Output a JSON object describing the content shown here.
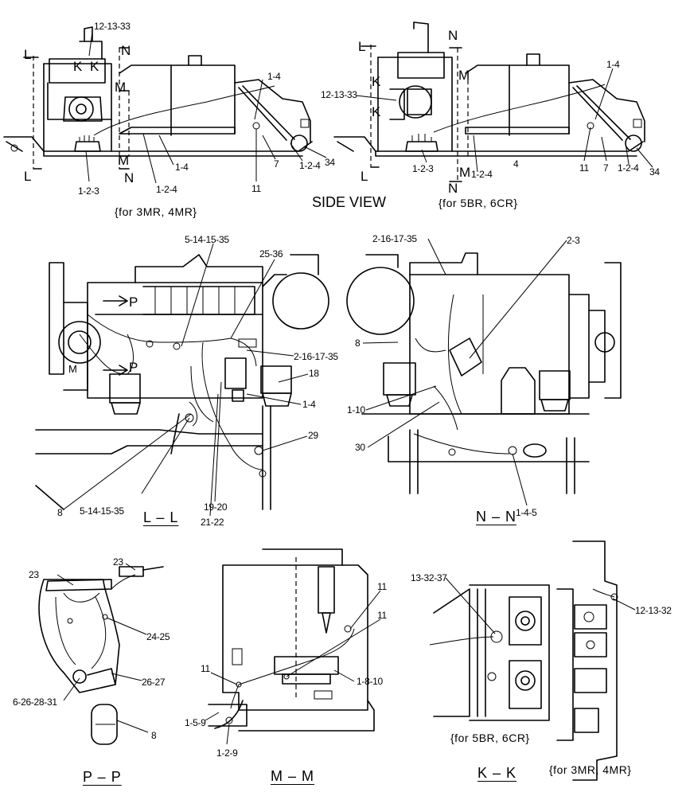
{
  "captions": {
    "side_view": "SIDE VIEW",
    "ll": "L – L",
    "nn": "N – N",
    "pp": "P – P",
    "mm": "M – M",
    "kk": "K – K"
  },
  "notes": {
    "side_left": "{for  3MR, 4MR}",
    "side_right": "{for  5BR, 6CR}",
    "kk_left": "{for  5BR, 6CR}",
    "kk_right": "{for  3MR, 4MR}"
  },
  "side_left_labels": {
    "ref_a": "12-13-33",
    "n1": "N",
    "l1": "L",
    "k1": "K",
    "k2": "K",
    "m1": "M",
    "ref_b": "1-4",
    "m2": "M",
    "n2": "N",
    "l2": "L",
    "ref_c": "1-2-3",
    "ref_d": "1-2-4",
    "ref_e": "1-4",
    "ref_f": "11",
    "ref_g": "7",
    "ref_h": "1-2-4",
    "ref_i": "34"
  },
  "side_right_labels": {
    "n1": "N",
    "l1": "L",
    "m1": "M",
    "k1": "K",
    "k2": "K",
    "ref_a": "12-13-33",
    "ref_b": "1-4",
    "l2": "L",
    "m2": "M",
    "n2": "N",
    "ref_c": "1-2-3",
    "ref_d": "1-2-4",
    "ref_e": "4",
    "ref_f": "11",
    "ref_g": "7",
    "ref_h": "1-2-4",
    "ref_i": "34"
  },
  "ll_labels": {
    "a": "5-14-15-35",
    "b": "25-36",
    "c": "2-16-17-35",
    "d": "18",
    "e": "1-4",
    "f": "29",
    "g": "8",
    "h": "5-14-15-35",
    "i": "19-20",
    "j": "21-22",
    "p1": "P",
    "p2": "P",
    "m": "M"
  },
  "nn_labels": {
    "a": "2-16-17-35",
    "b": "2-3",
    "c": "8",
    "d": "1-10",
    "e": "30",
    "f": "1-4-5"
  },
  "pp_labels": {
    "a": "23",
    "b": "23",
    "c": "24-25",
    "d": "6-26-28-31",
    "e": "26-27",
    "f": "8"
  },
  "mm_labels": {
    "a": "11",
    "b": "11",
    "c": "11",
    "d": "1-8-10",
    "e": "1-5-9",
    "f": "1-2-9"
  },
  "kk_labels": {
    "a": "13-32-37",
    "b": "12-13-32"
  }
}
